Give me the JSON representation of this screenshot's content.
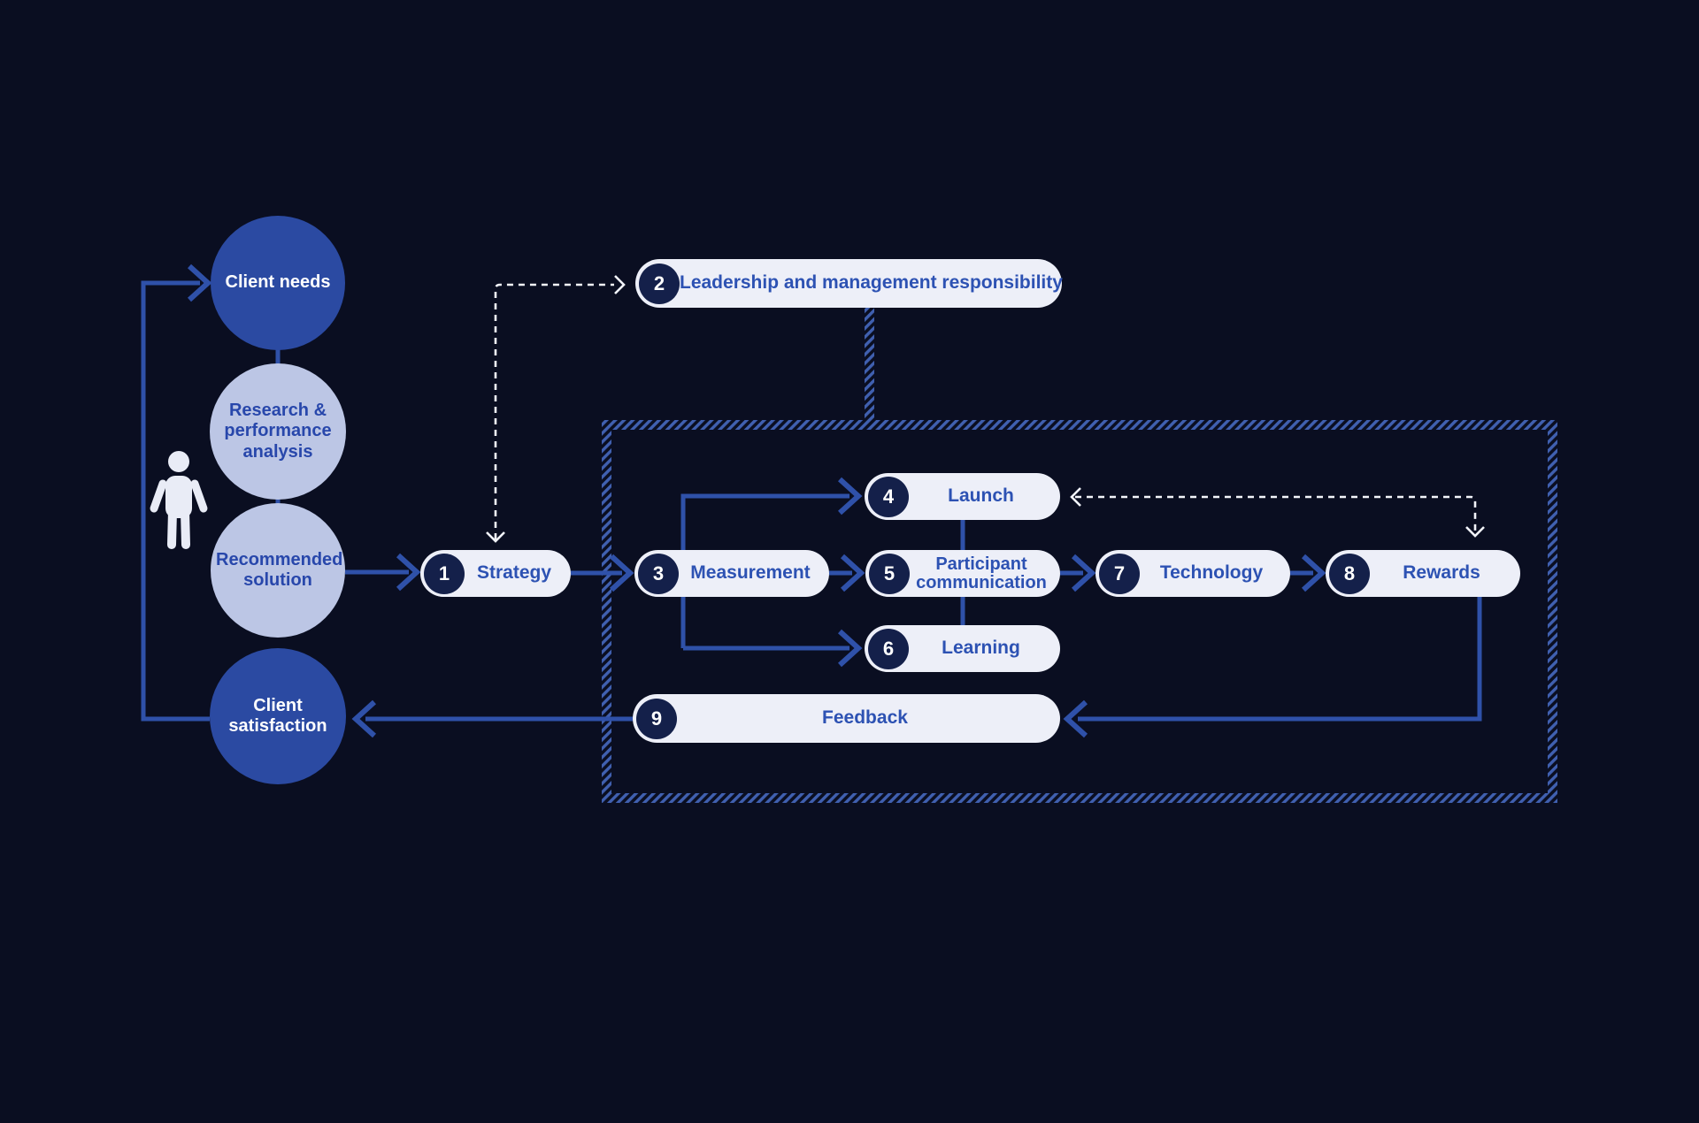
{
  "colors": {
    "bg": "#0a0e21",
    "dark_circle": "#2b4aa2",
    "light_circle": "#bcc6e5",
    "pill_bg": "#edeff8",
    "num_bg": "#14204a",
    "pill_text": "#2d52b3",
    "circle_text_light": "#2847ab",
    "line": "#2f51a9",
    "hatch": "#4060b0",
    "dash": "#f2f4fa"
  },
  "icons": {
    "person": "person-icon"
  },
  "flow_circles": [
    {
      "label": "Client needs",
      "variant": "dark"
    },
    {
      "label": "Research & performance analysis",
      "variant": "light"
    },
    {
      "label": "Recommended solution",
      "variant": "light"
    },
    {
      "label": "Client satisfaction",
      "variant": "dark"
    }
  ],
  "steps": [
    {
      "number": "1",
      "label": "Strategy"
    },
    {
      "number": "2",
      "label": "Leadership and management responsibility"
    },
    {
      "number": "3",
      "label": "Measurement"
    },
    {
      "number": "4",
      "label": "Launch"
    },
    {
      "number": "5",
      "label": "Participant communication"
    },
    {
      "number": "6",
      "label": "Learning"
    },
    {
      "number": "7",
      "label": "Technology"
    },
    {
      "number": "8",
      "label": "Rewards"
    },
    {
      "number": "9",
      "label": "Feedback"
    }
  ]
}
